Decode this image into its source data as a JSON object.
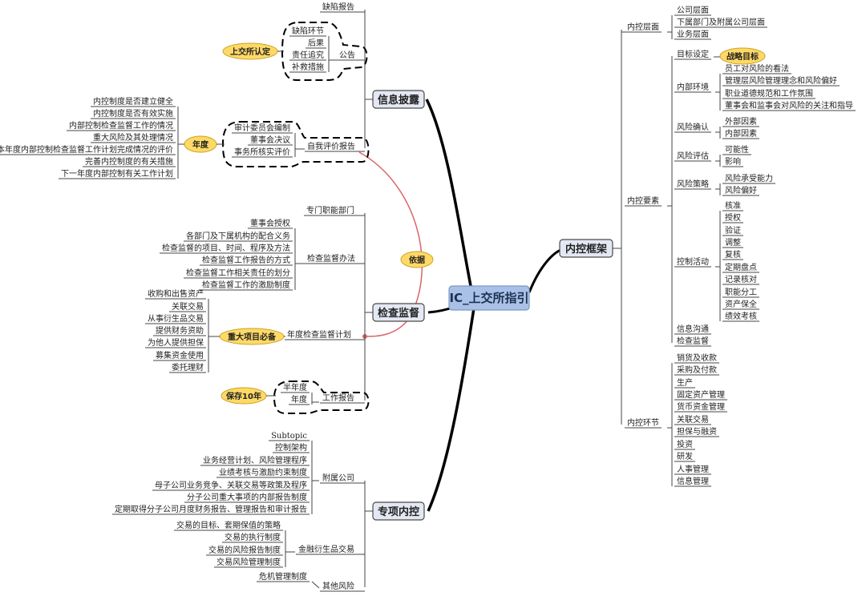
{
  "colors": {
    "root_fill": "#a9c1e6",
    "main_fill": "#e4e8f3",
    "note_fill": "#ffd966",
    "link": "#d9666a",
    "trunk": "#000000"
  },
  "root": "IC_上交所指引",
  "right": {
    "framework": "内控框架",
    "level": {
      "label": "内控层面",
      "items": [
        "公司层面",
        "下属部门及附属公司层面",
        "业务层面"
      ]
    },
    "elements": {
      "label": "内控要素",
      "goal": "目标设定",
      "goal_note": "战略目标",
      "env": {
        "label": "内部环境",
        "items": [
          "员工对风险的看法",
          "管理层风险管理理念和风险偏好",
          "职业道德规范和工作氛围",
          "董事会和监事会对风险的关注和指导"
        ]
      },
      "confirm": {
        "label": "风险确认",
        "items": [
          "外部因素",
          "内部因素"
        ]
      },
      "assess": {
        "label": "风险评估",
        "items": [
          "可能性",
          "影响"
        ]
      },
      "strategy": {
        "label": "风险策略",
        "items": [
          "风险承受能力",
          "风险偏好"
        ]
      },
      "control": {
        "label": "控制活动",
        "items": [
          "核准",
          "授权",
          "验证",
          "调整",
          "复核",
          "定期盘点",
          "记录核对",
          "职能分工",
          "资产保全",
          "绩效考核"
        ]
      },
      "comm": "信息沟通",
      "inspect": "检查监督"
    },
    "links": {
      "label": "内控环节",
      "items": [
        "销货及收款",
        "采购及付款",
        "生产",
        "固定资产管理",
        "货币资金管理",
        "关联交易",
        "担保与融资",
        "投资",
        "研发",
        "人事管理",
        "信息管理"
      ]
    }
  },
  "left": {
    "disclosure": {
      "label": "信息披露",
      "defect": "缺陷报告",
      "notice": {
        "label": "公告",
        "items": [
          "缺陷环节",
          "后果",
          "责任追究",
          "补救措施"
        ],
        "note": "上交所认定"
      },
      "selfeval": {
        "label": "自我评价报告",
        "items": [
          "审计委员会编制",
          "董事会决议",
          "事务所核实评价"
        ],
        "note": "年度",
        "details": [
          "内控制度是否建立健全",
          "内控制度是否有效实施",
          "内部控制检查监督工作的情况",
          "重大风险及其处理情况",
          "本年度内部控制检查监督工作计划完成情况的评价",
          "完善内控制度的有关措施",
          "下一年度内部控制有关工作计划"
        ]
      }
    },
    "supervision": {
      "label": "检查监督",
      "dept": "专门职能部门",
      "method": {
        "label": "检查监督办法",
        "items": [
          "董事会授权",
          "各部门及下属机构的配合义务",
          "检查监督的项目、时间、程序及方法",
          "检查监督工作报告的方式",
          "检查监督工作相关责任的划分",
          "检查监督工作的激励制度"
        ]
      },
      "plan": {
        "label": "年度检查监督计划",
        "items": [
          "收购和出售资产",
          "关联交易",
          "从事衍生品交易",
          "提供财务资助",
          "为他人提供担保",
          "募集资金使用",
          "委托理财"
        ],
        "note": "重大项目必备"
      },
      "report": {
        "label": "工作报告",
        "items": [
          "半年度",
          "年度"
        ],
        "note": "保存10年"
      },
      "basis": "依据"
    },
    "special": {
      "label": "专项内控",
      "subsidiary": {
        "label": "附属公司",
        "items": [
          "Subtopic",
          "控制架构",
          "业务经营计划、风险管理程序",
          "业绩考核与激励约束制度",
          "母子公司业务竞争、关联交易等政策及程序",
          "分子公司重大事项的内部报告制度",
          "定期取得分子公司月度财务报告、管理报告和审计报告"
        ]
      },
      "deriv": {
        "label": "金融衍生品交易",
        "items": [
          "交易的目标、套期保值的策略",
          "交易的执行制度",
          "交易的风险报告制度",
          "交易风险管理制度"
        ]
      },
      "other": {
        "label": "其他风险",
        "items": [
          "危机管理制度"
        ]
      }
    }
  }
}
